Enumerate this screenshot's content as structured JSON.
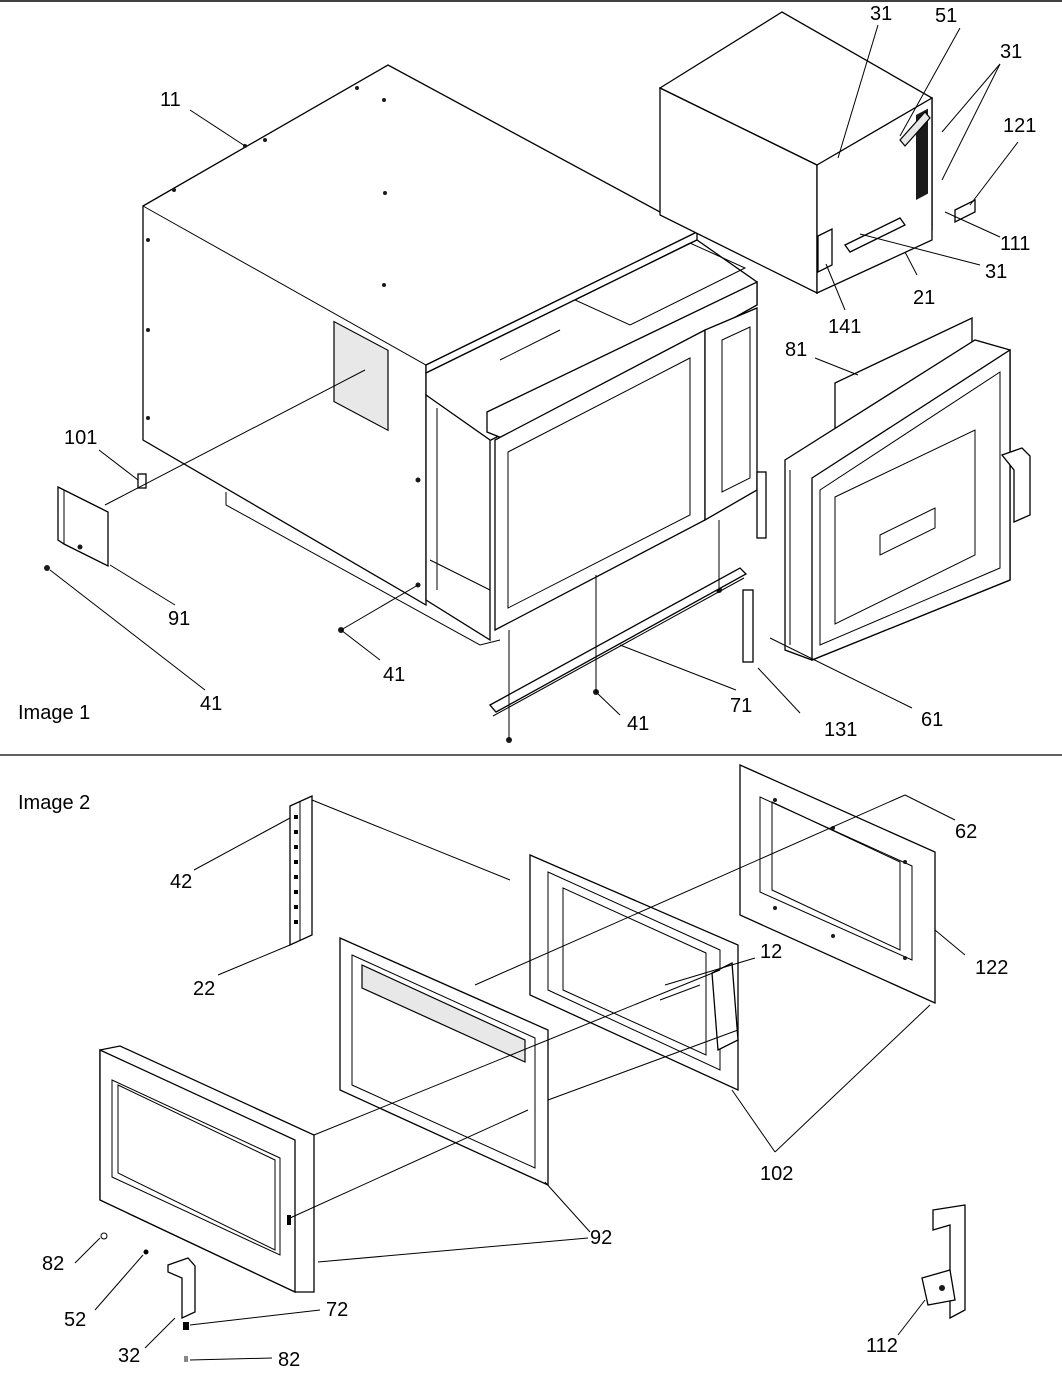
{
  "captions": {
    "image1": "Image 1",
    "image2": "Image 2"
  },
  "labels": [
    "11",
    "31",
    "51",
    "31",
    "121",
    "111",
    "31",
    "21",
    "141",
    "101",
    "91",
    "41",
    "41",
    "41",
    "71",
    "81",
    "131",
    "61",
    "42",
    "22",
    "62",
    "122",
    "12",
    "102",
    "92",
    "82",
    "52",
    "32",
    "72",
    "82",
    "112"
  ]
}
